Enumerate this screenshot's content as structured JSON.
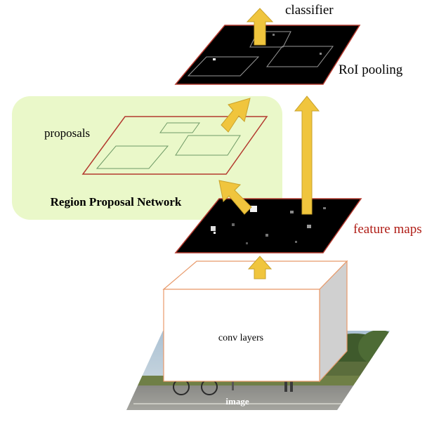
{
  "labels": {
    "classifier": "classifier",
    "roi_pooling": "RoI pooling",
    "proposals": "proposals",
    "rpn": "Region Proposal Network",
    "feature_maps": "feature maps",
    "conv_layers": "conv layers",
    "image": "image"
  },
  "colors": {
    "arrow": "#f0c53d",
    "arrow_stroke": "#c9a22b",
    "map_border": "#b33a2f",
    "rpn_bg": "#eaf8c9",
    "feature_label": "#b01d16",
    "box_border": "#e89a6b"
  }
}
